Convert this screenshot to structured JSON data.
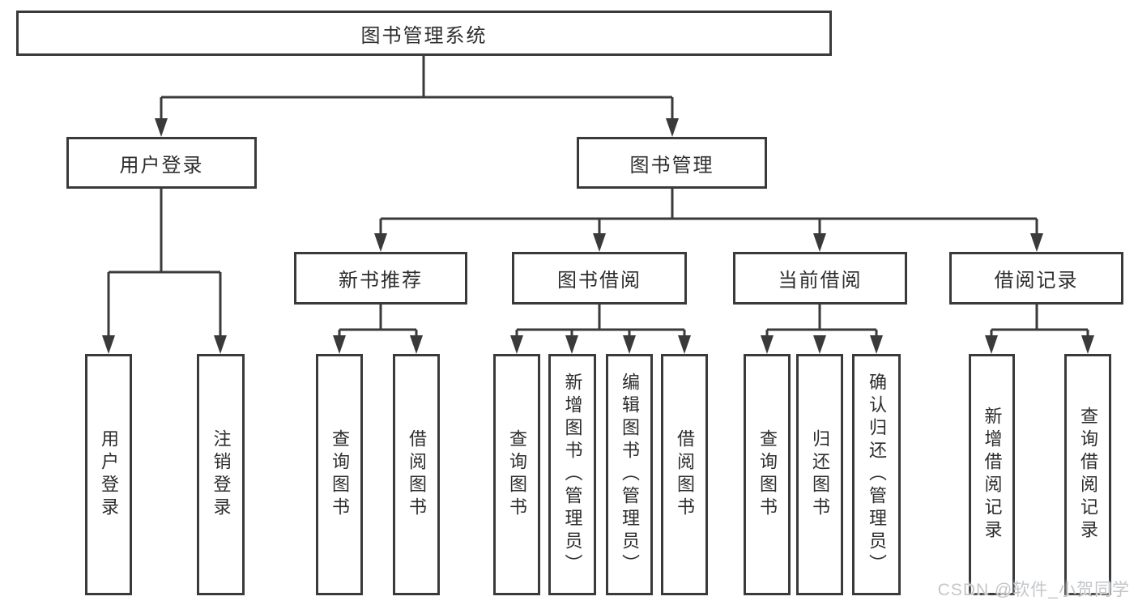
{
  "tree": {
    "root": {
      "label": "图书管理系统"
    },
    "children": [
      {
        "label": "用户登录",
        "children": [
          {
            "label": "用户登录"
          },
          {
            "label": "注销登录"
          }
        ]
      },
      {
        "label": "图书管理",
        "children": [
          {
            "label": "新书推荐",
            "children": [
              {
                "label": "查询图书"
              },
              {
                "label": "借阅图书"
              }
            ]
          },
          {
            "label": "图书借阅",
            "children": [
              {
                "label": "查询图书"
              },
              {
                "label": "新增图书（管理员）"
              },
              {
                "label": "编辑图书（管理员）"
              },
              {
                "label": "借阅图书"
              }
            ]
          },
          {
            "label": "当前借阅",
            "children": [
              {
                "label": "查询图书"
              },
              {
                "label": "归还图书"
              },
              {
                "label": "确认归还（管理员）"
              }
            ]
          },
          {
            "label": "借阅记录",
            "children": [
              {
                "label": "新增借阅记录"
              },
              {
                "label": "查询借阅记录"
              }
            ]
          }
        ]
      }
    ]
  },
  "watermark": {
    "text": "CSDN @软件_小贺同学"
  },
  "colors": {
    "line": "#3a3a3a",
    "box_border": "#3a3a3a",
    "text": "#2d2d2d",
    "background": "#ffffff",
    "watermark": "#c3c6c9"
  }
}
